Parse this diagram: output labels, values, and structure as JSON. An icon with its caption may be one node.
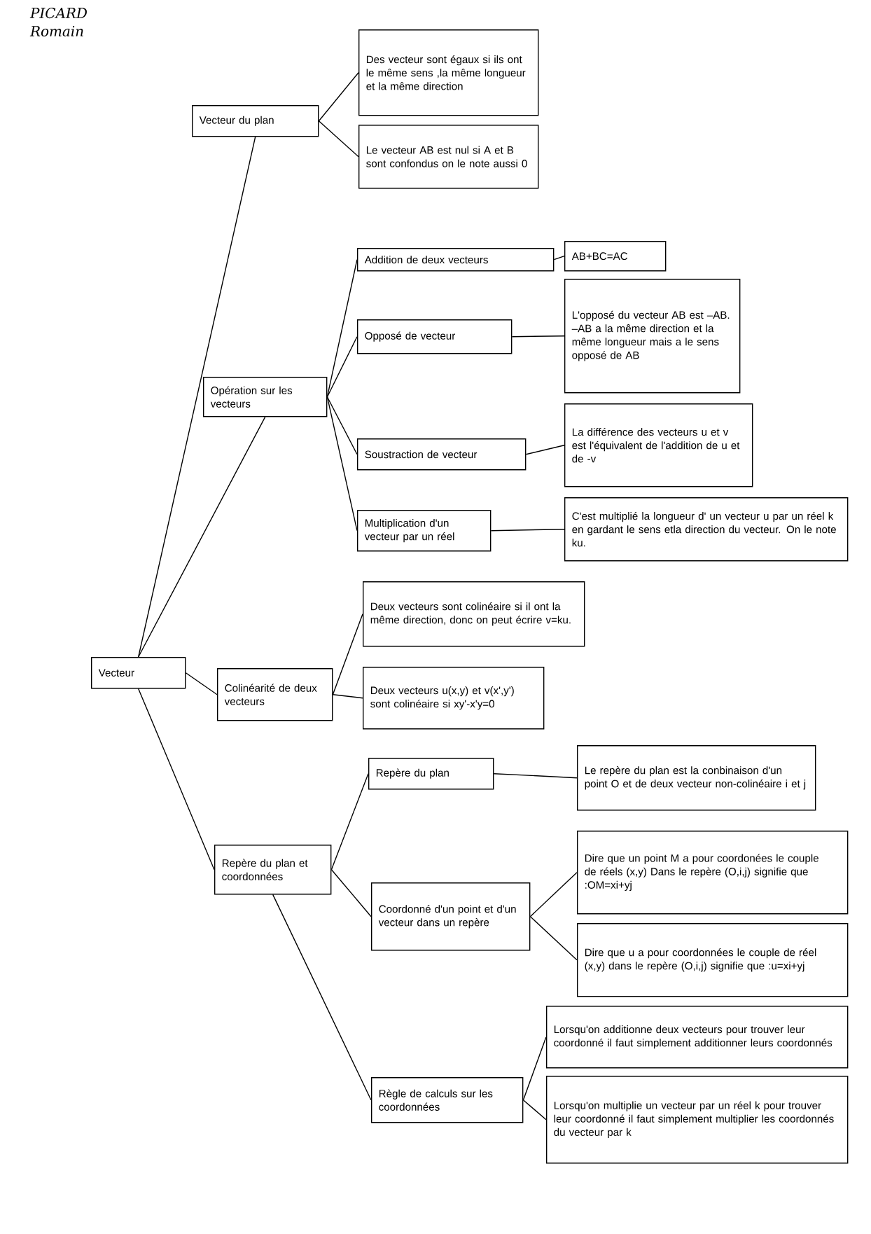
{
  "diagram": {
    "nodes": [
      {
        "text": [
          "Vecteur"
        ]
      },
      {
        "text": [
          "Vecteur du plan"
        ]
      },
      {
        "text": [
          "Des vecteur sont égaux si ils ont le même sens ,la même longueur et la même direction"
        ]
      },
      {
        "text": [
          "Le vecteur AB est nul si A et B sont confondus on le note aussi 0"
        ]
      },
      {
        "text": [
          "Opération sur les vecteurs"
        ]
      },
      {
        "text": [
          "Addition de deux vecteurs"
        ]
      },
      {
        "text": [
          "AB+BC=AC"
        ]
      },
      {
        "text": [
          "Opposé de vecteur"
        ]
      },
      {
        "text": [
          "L'opposé du vecteur AB est –AB. –AB  a la même direction et la même longueur mais a le sens opposé de AB"
        ]
      },
      {
        "text": [
          "Soustraction de vecteur"
        ]
      },
      {
        "text": [
          "La différence des vecteurs u et v est l'équivalent de l'addition de u et de -v"
        ]
      },
      {
        "text": [
          "Multiplication d'un vecteur par un réel"
        ]
      },
      {
        "text": [
          "C'est multiplié la longueur d' un vecteur u par un réel k en gardant le sens etla direction du vecteur. On le note ku."
        ]
      },
      {
        "text": [
          "Colinéarité de deux vecteurs"
        ]
      },
      {
        "text": [
          "Deux vecteurs sont colinéaire si il ont la même direction, donc on peut écrire v=ku."
        ]
      },
      {
        "text": [
          "Deux vecteurs u(x,y) et v(x',y') sont colinéaire si xy'-x'y=0"
        ]
      },
      {
        "text": [
          "Repère du plan et coordonnées"
        ]
      },
      {
        "text": [
          "Repère du plan"
        ]
      },
      {
        "text": [
          "Le repère du plan est la conbinaison d'un point O et de deux vecteur non-colinéaire i et j"
        ]
      },
      {
        "text": [
          "Coordonné d'un point et d'un vecteur dans un repère"
        ]
      },
      {
        "text": [
          "Dire que un point M a pour coordonées le couple de réels (x,y) Dans le repère (O,i,j) signifie que :OM=xi+yj"
        ]
      },
      {
        "text": [
          "Dire que u a pour coordonnées le couple de réel (x,y) dans le repère (O,i,j) signifie que :u=xi+yj"
        ]
      },
      {
        "text": [
          "Règle de calculs sur les coordonnées"
        ]
      },
      {
        "text": [
          "Lorsqu'on additionne deux vecteurs pour trouver leur coordonné il faut simplement additionner leurs coordonnés"
        ]
      },
      {
        "text": [
          "Lorsqu'on multiplie un vecteur par un réel k pour trouver leur coordonné il faut simplement multiplier les coordonnés du vecteur par k"
        ]
      }
    ],
    "edges": [
      {
        "from": 0,
        "to": 1,
        "arrow": "none"
      },
      {
        "from": 1,
        "to": 2,
        "arrow": "none"
      },
      {
        "from": 1,
        "to": 3,
        "arrow": "none"
      },
      {
        "from": 0,
        "to": 4,
        "arrow": "none"
      },
      {
        "from": 4,
        "to": 5,
        "arrow": "none"
      },
      {
        "from": 5,
        "to": 6,
        "arrow": "none"
      },
      {
        "from": 4,
        "to": 7,
        "arrow": "none"
      },
      {
        "from": 7,
        "to": 8,
        "arrow": "none"
      },
      {
        "from": 4,
        "to": 9,
        "arrow": "none"
      },
      {
        "from": 9,
        "to": 10,
        "arrow": "none"
      },
      {
        "from": 4,
        "to": 11,
        "arrow": "none"
      },
      {
        "from": 11,
        "to": 12,
        "arrow": "none"
      },
      {
        "from": 0,
        "to": 13,
        "arrow": "none"
      },
      {
        "from": 13,
        "to": 14,
        "arrow": "none"
      },
      {
        "from": 13,
        "to": 15,
        "arrow": "none"
      },
      {
        "from": 0,
        "to": 16,
        "arrow": "none"
      },
      {
        "from": 16,
        "to": 17,
        "arrow": "none"
      },
      {
        "from": 17,
        "to": 18,
        "arrow": "none"
      },
      {
        "from": 16,
        "to": 19,
        "arrow": "none"
      },
      {
        "from": 19,
        "to": 20,
        "arrow": "none"
      },
      {
        "from": 19,
        "to": 21,
        "arrow": "none"
      },
      {
        "from": 16,
        "to": 22,
        "arrow": "none"
      },
      {
        "from": 22,
        "to": 23,
        "arrow": "none"
      },
      {
        "from": 22,
        "to": 24,
        "arrow": "none"
      }
    ],
    "labels": [
      "PICARD Romain"
    ]
  }
}
